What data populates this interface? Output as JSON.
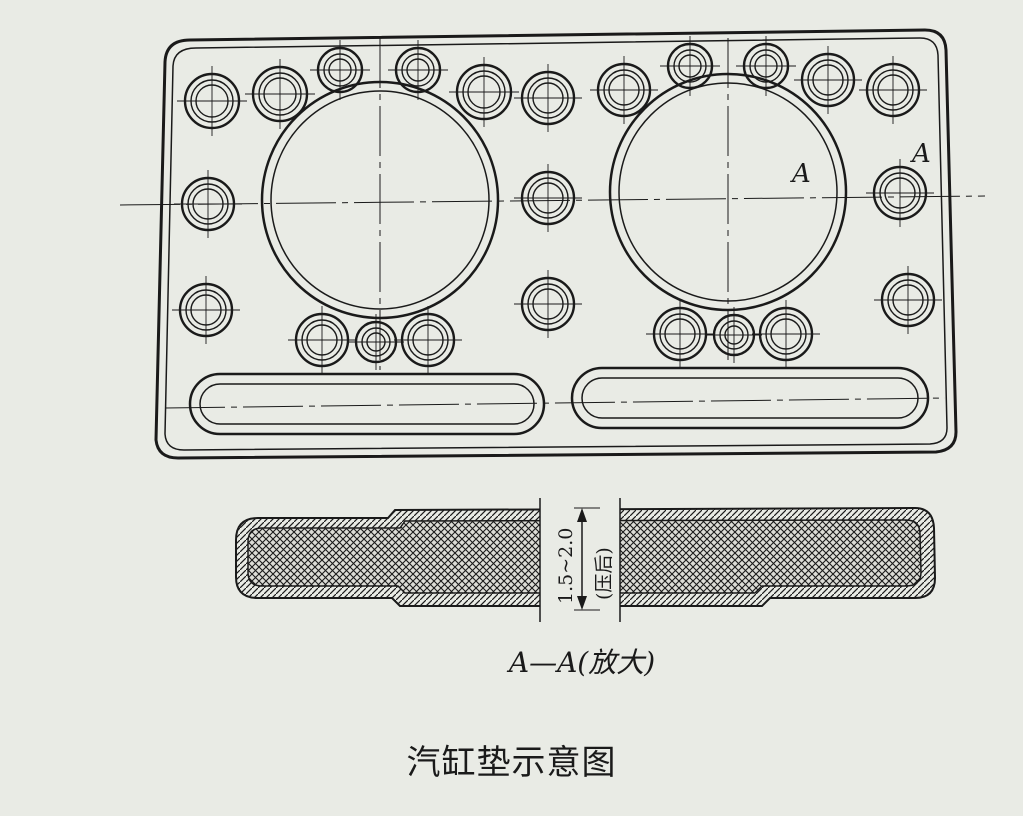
{
  "labels": {
    "section_mark_left": "A",
    "section_mark_right": "A",
    "section_title": "A—A(放大)",
    "dimension_thickness": "1.5~2.0",
    "dimension_note": "(压后)",
    "caption": "汽缸垫示意图"
  },
  "colors": {
    "ink": "#1a1a1a",
    "paper": "#e9ebe5"
  }
}
